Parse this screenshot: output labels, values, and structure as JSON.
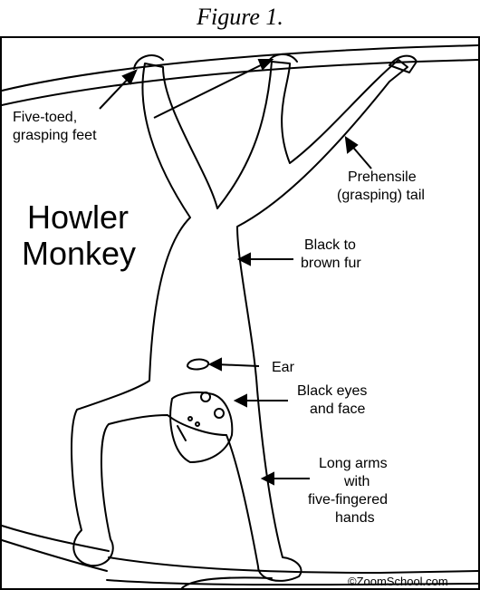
{
  "caption": "Figure 1.",
  "diagram": {
    "title_line1": "Howler",
    "title_line2": "Monkey",
    "labels": {
      "feet_line1": "Five-toed,",
      "feet_line2": "grasping feet",
      "tail_line1": "Prehensile",
      "tail_line2": "(grasping) tail",
      "fur_line1": "Black to",
      "fur_line2": "brown fur",
      "ear": "Ear",
      "eyes_line1": "Black eyes",
      "eyes_line2": "and face",
      "arms_line1": "Long arms",
      "arms_line2": "with",
      "arms_line3": "five-fingered",
      "arms_line4": "hands"
    },
    "credit": "©ZoomSchool.com"
  }
}
